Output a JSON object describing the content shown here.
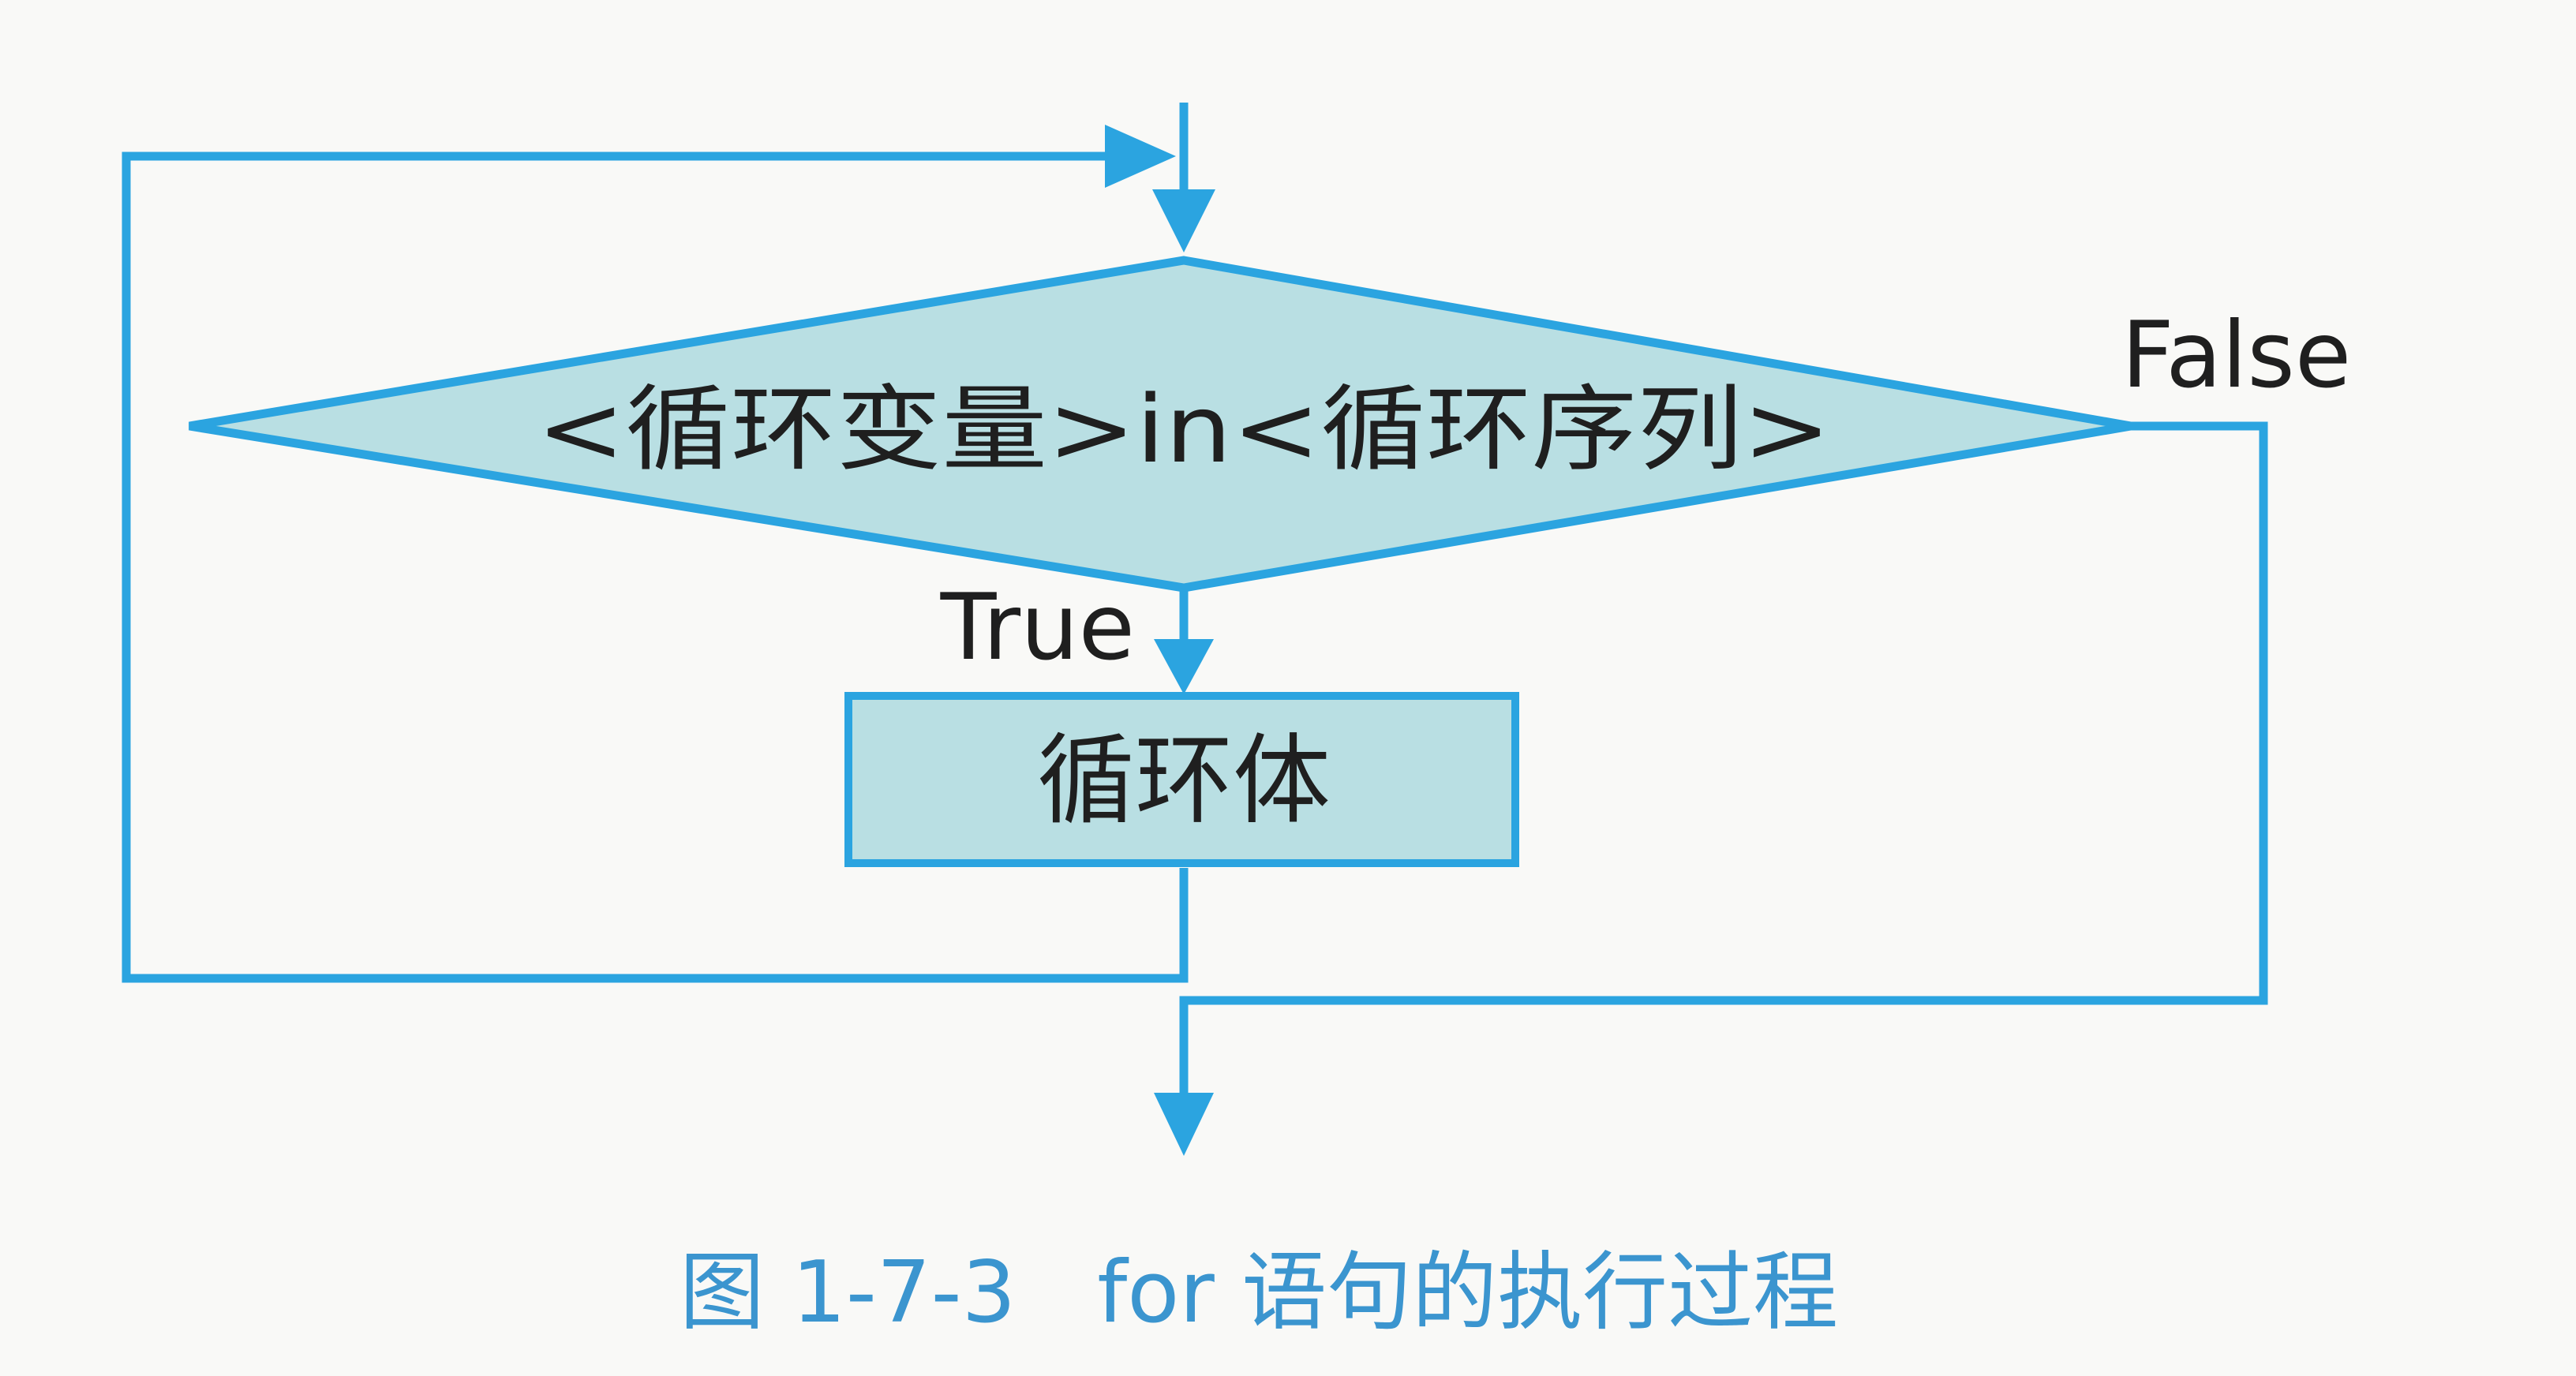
{
  "diagram": {
    "condition": "<循环变量>in<循环序列>",
    "body": "循环体",
    "true_label": "True",
    "false_label": "False",
    "caption": "图 1-7-3   for 语句的执行过程"
  },
  "colors": {
    "line": "#2ba4e0",
    "fill": "#b9dfe3",
    "text": "#1f1f1f",
    "caption": "#3b95cf"
  }
}
